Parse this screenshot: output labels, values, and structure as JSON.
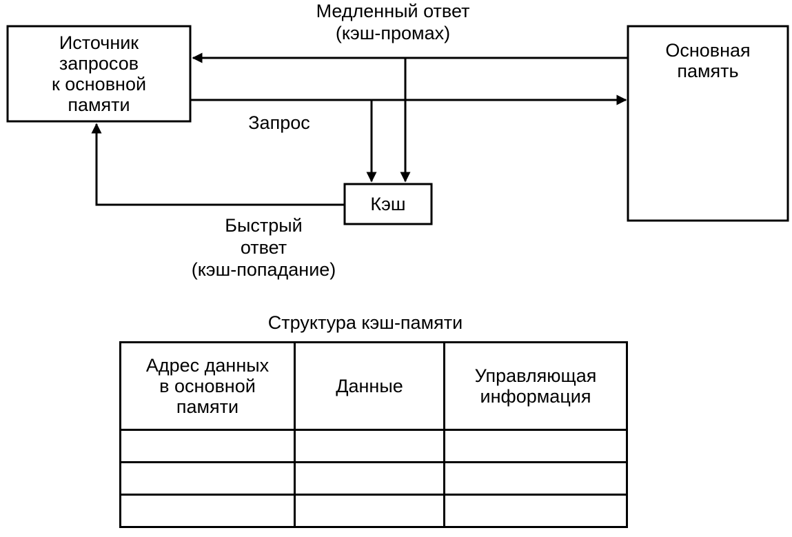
{
  "diagram": {
    "source_box": {
      "lines": [
        "Источник",
        "запросов",
        "к основной",
        "памяти"
      ]
    },
    "main_memory_box": {
      "lines": [
        "Основная",
        "память"
      ]
    },
    "cache_box": {
      "label": "Кэш"
    },
    "slow_response_label": {
      "lines": [
        "Медленный ответ",
        "(кэш-промах)"
      ]
    },
    "request_label": "Запрос",
    "fast_response_label": {
      "lines": [
        "Быстрый",
        "ответ",
        "(кэш-попадание)"
      ]
    }
  },
  "cache_structure": {
    "title": "Структура кэш-памяти",
    "headers": [
      {
        "lines": [
          "Адрес данных",
          "в основной",
          "памяти"
        ]
      },
      {
        "lines": [
          "Данные"
        ]
      },
      {
        "lines": [
          "Управляющая",
          "информация"
        ]
      }
    ],
    "empty_rows": 3
  }
}
